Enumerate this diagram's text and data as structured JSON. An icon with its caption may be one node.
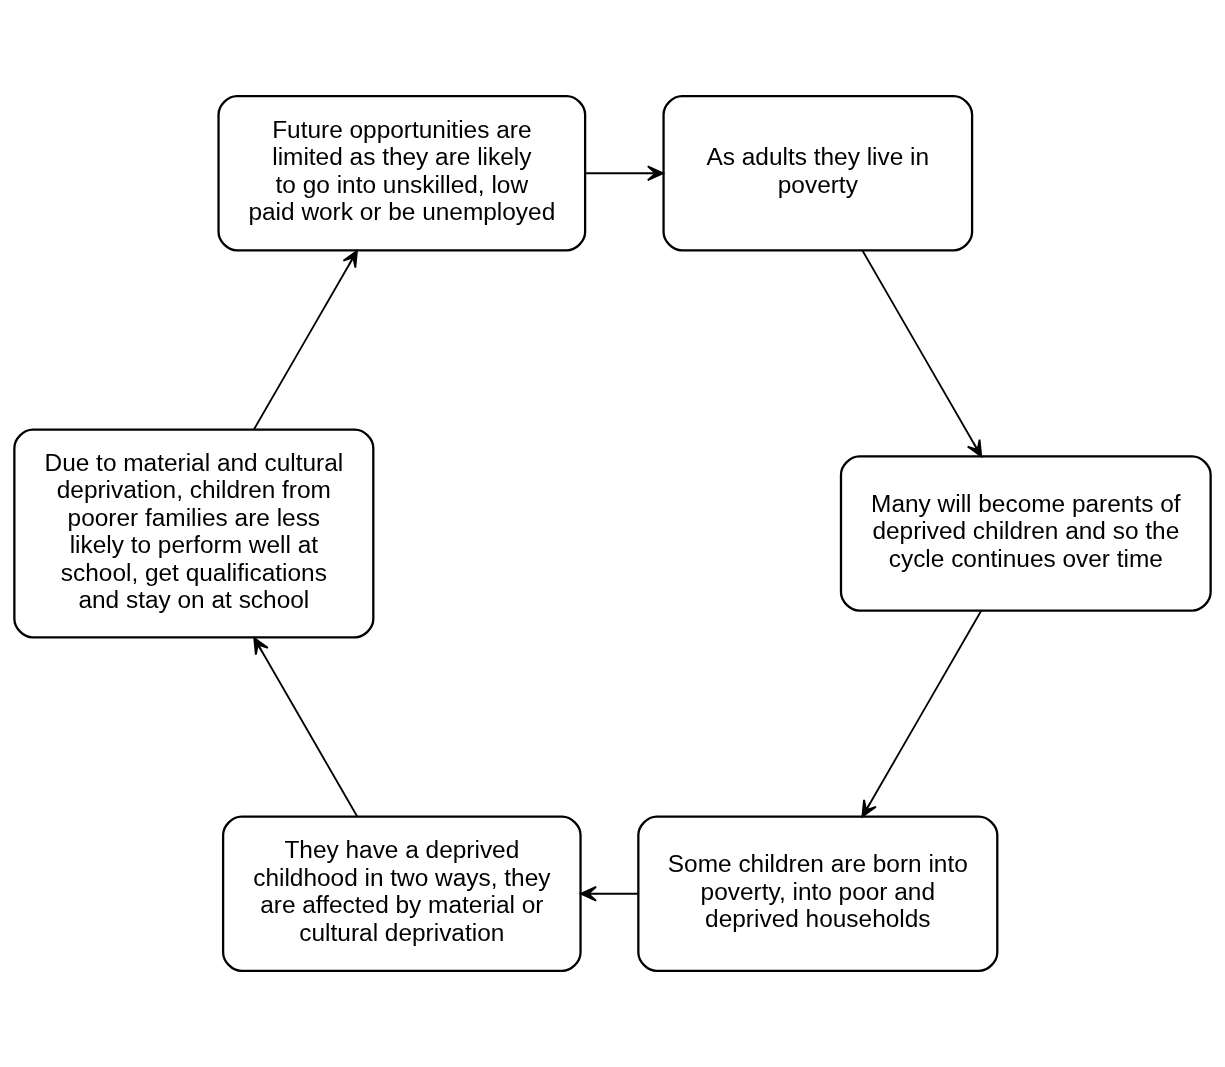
{
  "diagram": {
    "nodes": [
      {
        "text": [
          "Some children are born into poverty, into poor and deprived households"
        ]
      },
      {
        "text": [
          "They have a deprived childhood in two ways, they are affected by material or cultural deprivation"
        ]
      },
      {
        "text": [
          "Due to material and cultural deprivation, children from poorer families are less likely to perform well at school, get qualifications and stay on at school"
        ]
      },
      {
        "text": [
          "Future opportunities are limited as they are likely to go into unskilled, low paid work or be unemployed"
        ]
      },
      {
        "text": [
          "As adults they live in poverty"
        ]
      },
      {
        "text": [
          "Many will become parents of deprived children and so the cycle continues over time"
        ]
      }
    ],
    "edges": [
      {
        "from": 0,
        "to": 1,
        "arrow": "to"
      },
      {
        "from": 1,
        "to": 2,
        "arrow": "to"
      },
      {
        "from": 2,
        "to": 3,
        "arrow": "to"
      },
      {
        "from": 3,
        "to": 4,
        "arrow": "to"
      },
      {
        "from": 4,
        "to": 5,
        "arrow": "to"
      },
      {
        "from": 5,
        "to": 0,
        "arrow": "to"
      }
    ]
  }
}
